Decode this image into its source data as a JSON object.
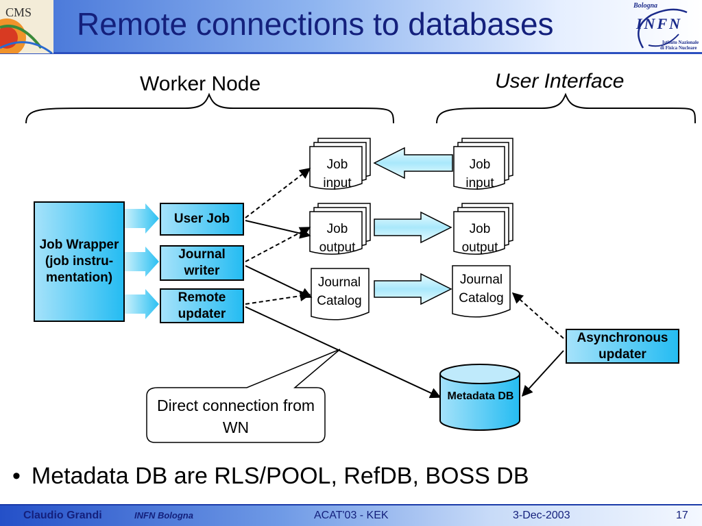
{
  "slide": {
    "title": "Remote connections to databases",
    "logos": {
      "left": "cms-logo",
      "left_text": "CMS",
      "right": "infn-logo",
      "right_bologna": "Bologna",
      "right_text": "INFN",
      "right_sub1": "Istituto Nazionale",
      "right_sub2": "di Fisica Nucleare"
    }
  },
  "diagram": {
    "worker_node_label": "Worker Node",
    "user_interface_label": "User Interface",
    "job_wrapper": "Job Wrapper (job instru-mentation)",
    "user_job": "User Job",
    "journal_writer": "Journal writer",
    "remote_updater": "Remote updater",
    "wn_job_input": "Job input",
    "wn_job_output": "Job output",
    "wn_journal_catalog": "Journal Catalog",
    "ui_job_input": "Job input",
    "ui_job_output": "Job output",
    "ui_journal_catalog": "Journal Catalog",
    "asynchronous_updater": "Asynchronous updater",
    "metadata_db": "Metadata DB",
    "callout": "Direct connection from WN",
    "colors": {
      "box_fill_light": "#a5e2fa",
      "box_fill_dark": "#25bcf2",
      "arrow_fill": "#b6ecfc"
    }
  },
  "bullet": "Metadata DB are RLS/POOL, RefDB, BOSS DB",
  "footer": {
    "author": "Claudio Grandi",
    "affiliation": "INFN Bologna",
    "conference": "ACAT'03 - KEK",
    "date": "3-Dec-2003",
    "page": "17"
  }
}
